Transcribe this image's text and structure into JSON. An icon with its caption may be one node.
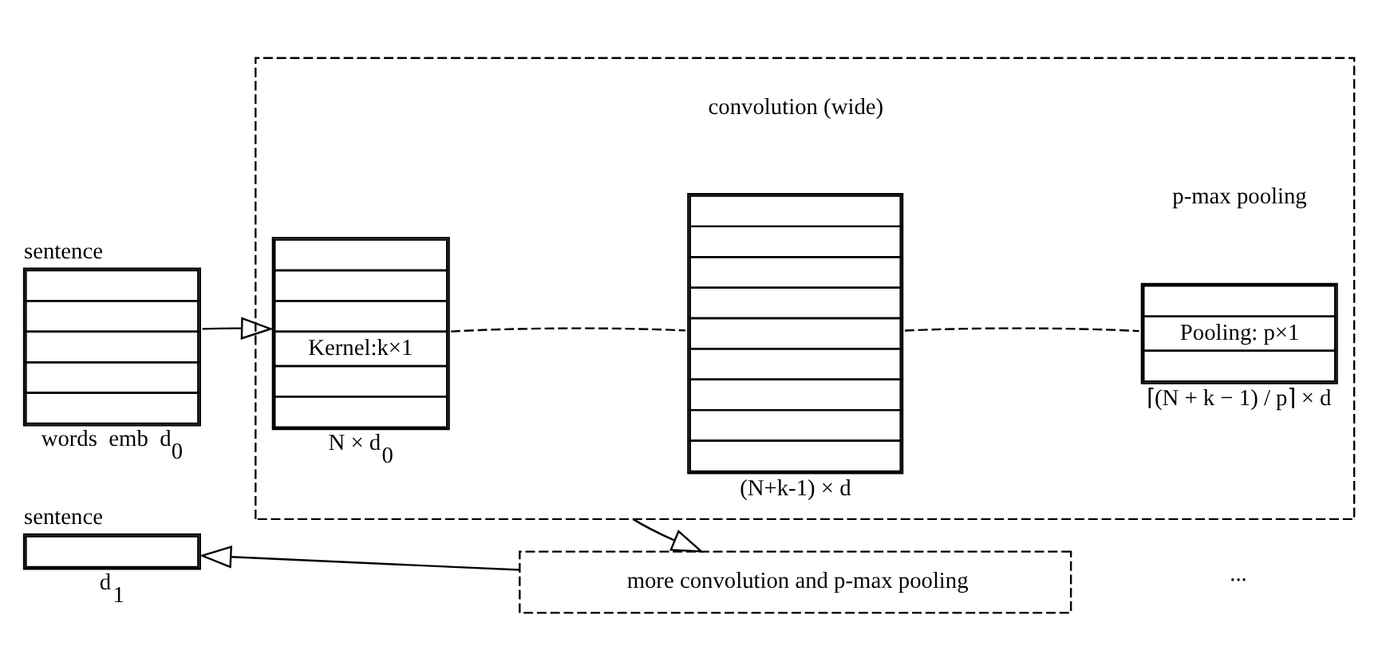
{
  "diagram": {
    "nodes": [
      {
        "text": [
          "sentence"
        ],
        "beside": [
          "words",
          "emb",
          "d$_{0}$"
        ]
      },
      {
        "text": [],
        "shape": "box"
      },
      {
        "text": [
          "Kernel:k×1"
        ],
        "beside": [
          "N × d$_{0}$"
        ],
        "in": 1
      },
      {
        "text": [],
        "shape": "box",
        "beside": [
          "(N+k-1) × d"
        ],
        "in": 1
      },
      {
        "text": [
          "Pooling: p×1"
        ],
        "beside": [
          "⌈(N + k − 1) / p⌉ × d"
        ],
        "in": 1
      },
      {
        "text": [
          "more convolution and p-max pooling"
        ]
      },
      {
        "text": [
          "sentence"
        ],
        "beside": [
          "d$_{1}$"
        ]
      }
    ],
    "edges": [
      {
        "from": 0,
        "to": 2,
        "arrow": "to"
      },
      {
        "from": 2,
        "to": 3,
        "arrow": "none",
        "style": "dashed"
      },
      {
        "from": 3,
        "to": 4,
        "arrow": "none",
        "style": "dashed"
      },
      {
        "from": 1,
        "to": 5,
        "arrow": "to"
      },
      {
        "from": 5,
        "to": 6,
        "arrow": "to"
      }
    ],
    "labels": [
      "convolution (wide)",
      "p-max pooling",
      "..."
    ]
  }
}
